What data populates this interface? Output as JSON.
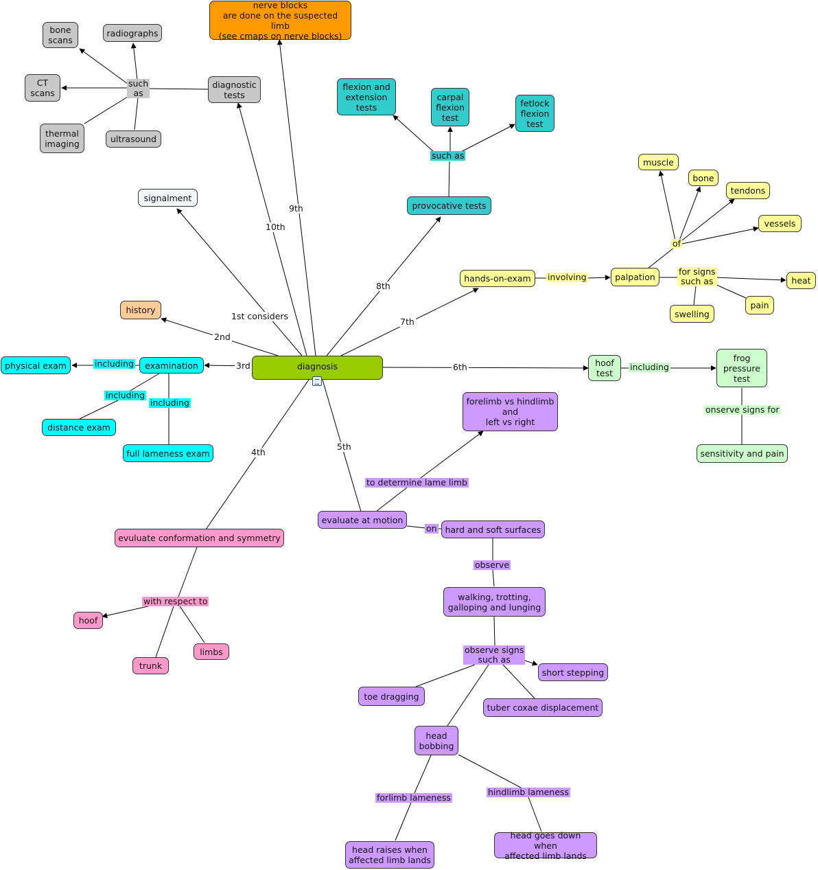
{
  "colors": {
    "gray": "#c8c8c8",
    "orange": "#ff9900",
    "teal": "#33cccc",
    "yellow": "#ffff99",
    "lightgreen": "#ccffcc",
    "green": "#99cc00",
    "cyan": "#00ffff",
    "purple": "#cc99ff",
    "pink": "#ff99cc",
    "peach": "#ffcc99",
    "white": "#f0f8f8"
  },
  "nodes": {
    "nerve_blocks": "nerve blocks\nare done on the suspected limb\n(see cmaps on nerve blocks)",
    "bone_scans": "bone\nscans",
    "radiographs": "radiographs",
    "ct_scans": "CT\nscans",
    "thermal_imaging": "thermal\nimaging",
    "ultrasound": "ultrasound",
    "diagnostic_tests": "diagnostic\ntests",
    "flexion_extension": "flexion and\nextension\ntests",
    "carpal_flexion": "carpal\nflexion\ntest",
    "fetlock_flexion": "fetlock\nflexion\ntest",
    "provocative_tests": "provocative tests",
    "signalment": "signalment",
    "muscle": "muscle",
    "bone": "bone",
    "tendons": "tendons",
    "vessels": "vessels",
    "hands_on_exam": "hands-on-exam",
    "palpation": "palpation",
    "heat": "heat",
    "pain": "pain",
    "swelling": "swelling",
    "history": "history",
    "physical_exam": "physical exam",
    "examination": "examination",
    "diagnosis": "diagnosis",
    "hoof_test": "hoof\ntest",
    "frog_pressure": "frog\npressure\ntest",
    "distance_exam": "distance exam",
    "full_lameness": "full lameness exam",
    "forelimb_hindlimb": "forelimb vs hindlimb\nand\nleft vs right",
    "sensitivity_pain": "sensitivity and pain",
    "evaluate_motion": "evaluate at motion",
    "hard_soft": "hard and soft surfaces",
    "conformation": "evuluate conformation and symmetry",
    "walking": "walking, trotting,\ngalloping and lunging",
    "hoof": "hoof",
    "limbs": "limbs",
    "trunk": "trunk",
    "short_stepping": "short stepping",
    "toe_dragging": "toe dragging",
    "tuber_coxae": "tuber coxae displacement",
    "head_bobbing": "head\nbobbing",
    "head_raises": "head raises when\naffected limb lands",
    "head_down": "head goes down when\naffected limb lands"
  },
  "labels": {
    "such_as_gray": "such\nas",
    "such_as_teal": "such as",
    "of": "of",
    "involving": "involving",
    "for_signs": "for signs\nsuch as",
    "first_considers": "1st considers",
    "second": "2nd",
    "third": "3rd",
    "fourth": "4th",
    "fifth": "5th",
    "sixth": "6th",
    "seventh": "7th",
    "eighth": "8th",
    "ninth": "9th",
    "tenth": "10th",
    "including_phys": "including",
    "including_dist": "including",
    "including_full": "including",
    "including_hoof": "including",
    "onserve_signs": "onserve signs for",
    "determine_lame": "to determine lame limb",
    "on": "on",
    "observe": "observe",
    "respect_to": "with respect to",
    "observe_signs": "observe signs\nsuch as",
    "forlimb_lameness": "forlimb lameness",
    "hindlimb_lameness": "hindlimb lameness"
  }
}
